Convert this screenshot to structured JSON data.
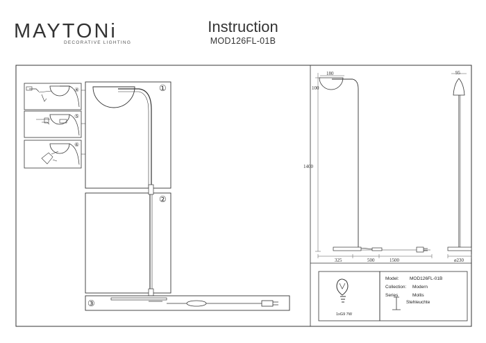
{
  "brand": {
    "name": "MAYTONi",
    "tagline": "DECORATIVE LIGHTING"
  },
  "header": {
    "title": "Instruction",
    "model": "MOD126FL-01B"
  },
  "steps": {
    "s1": "①",
    "s2": "②",
    "s3": "③",
    "s4": "④",
    "s5": "⑤",
    "s6": "⑥"
  },
  "dimensions": {
    "shade_width": "180",
    "shade_height": "100",
    "height": "1400",
    "side_width": "95",
    "base_offset": "325",
    "cord_a": "500",
    "cord_b": "1500",
    "base_diameter": "ø230"
  },
  "spec": {
    "model_label": "Model:",
    "model_value": "MOD126FL-01B",
    "collection_label": "Collection:",
    "collection_value": "Modern",
    "series_label": "Series",
    "series_value": "Mollis",
    "type_value": "Stehleuchte",
    "bulb": "1xG9 7W"
  }
}
